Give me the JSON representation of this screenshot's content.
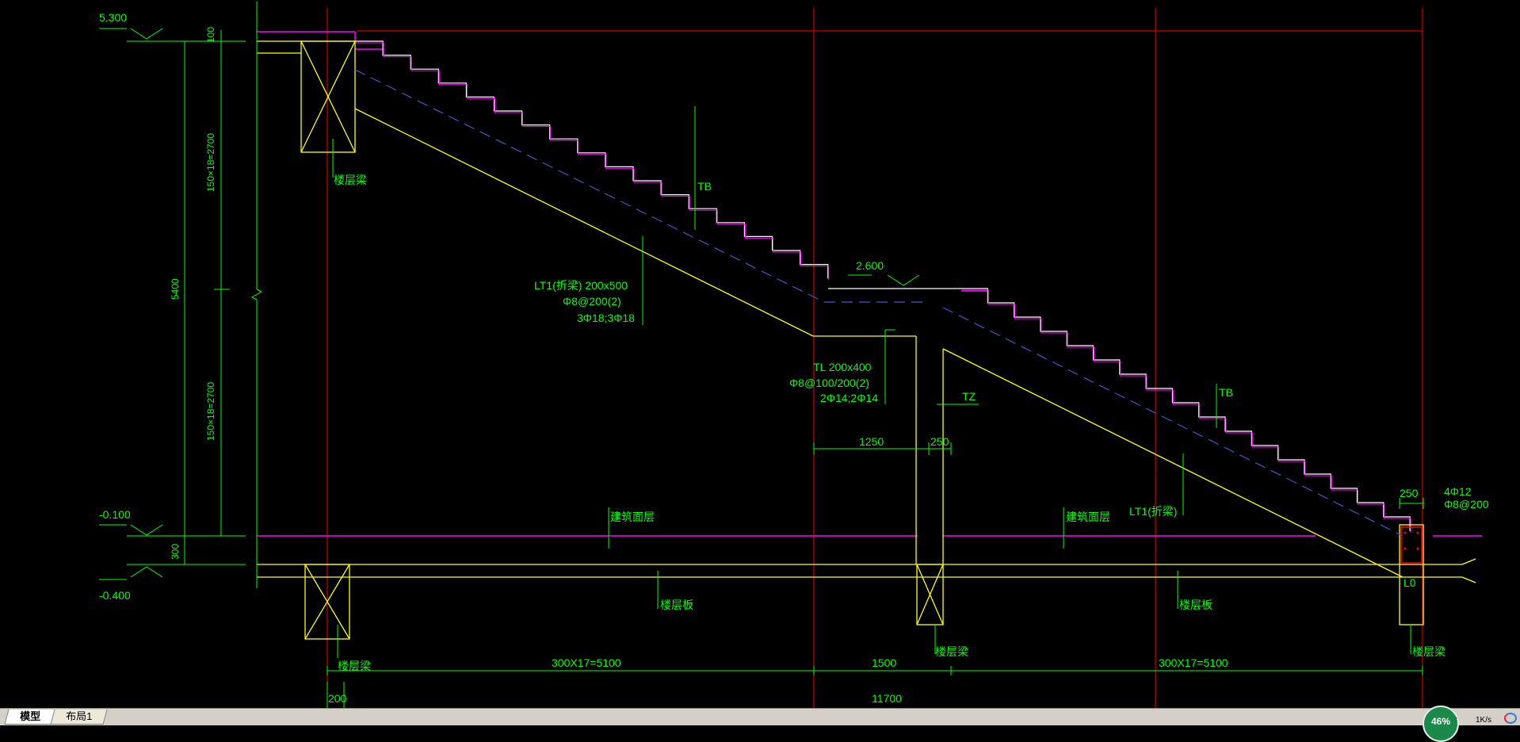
{
  "colors": {
    "background": "#000000",
    "dimension": "#00ff00",
    "outline": "#ffff00",
    "axis": "#ff0000",
    "finish": "#ff00ff",
    "hidden": "#5050c8",
    "text": "#00ff00"
  },
  "elevations": {
    "top": "5.300",
    "mid": "2.600",
    "floor": "-0.100",
    "bottom": "-0.400"
  },
  "dims": {
    "d100": "100",
    "flight1": "150×18=2700",
    "flight2": "150×18=2700",
    "total": "5400",
    "d300": "300",
    "d1250": "1250",
    "d250a": "250",
    "d250b": "250",
    "run1": "300X17=5100",
    "landing": "1500",
    "run2": "300X17=5100",
    "d200": "200",
    "total_len": "11700"
  },
  "labels": {
    "tb1": "TB",
    "tb2": "TB",
    "tz": "TZ",
    "lt1_l1": "LT1(折梁) 200x500",
    "lt1_l2": "Φ8@200(2)",
    "lt1_l3": "3Φ18;3Φ18",
    "tl_l1": "TL 200x400",
    "tl_l2": "Φ8@100/200(2)",
    "tl_l3": "2Φ14;2Φ14",
    "lt1_right": "LT1(折梁)",
    "floor_beam_top": "楼层梁",
    "floor_beam_left": "楼层梁",
    "floor_beam_mid": "楼层梁",
    "floor_beam_right": "楼层梁",
    "floor_slab_left": "楼层板",
    "floor_slab_right": "楼层板",
    "finish_left": "建筑面层",
    "finish_right": "建筑面层",
    "col_reinf1": "4Φ12",
    "col_reinf2": "Φ8@200",
    "lo": "L0"
  },
  "tabs": {
    "model": "模型",
    "layout1": "布局1"
  },
  "status": {
    "gauge": "46%",
    "speed": "1K/s",
    "speed_up": "↑"
  }
}
